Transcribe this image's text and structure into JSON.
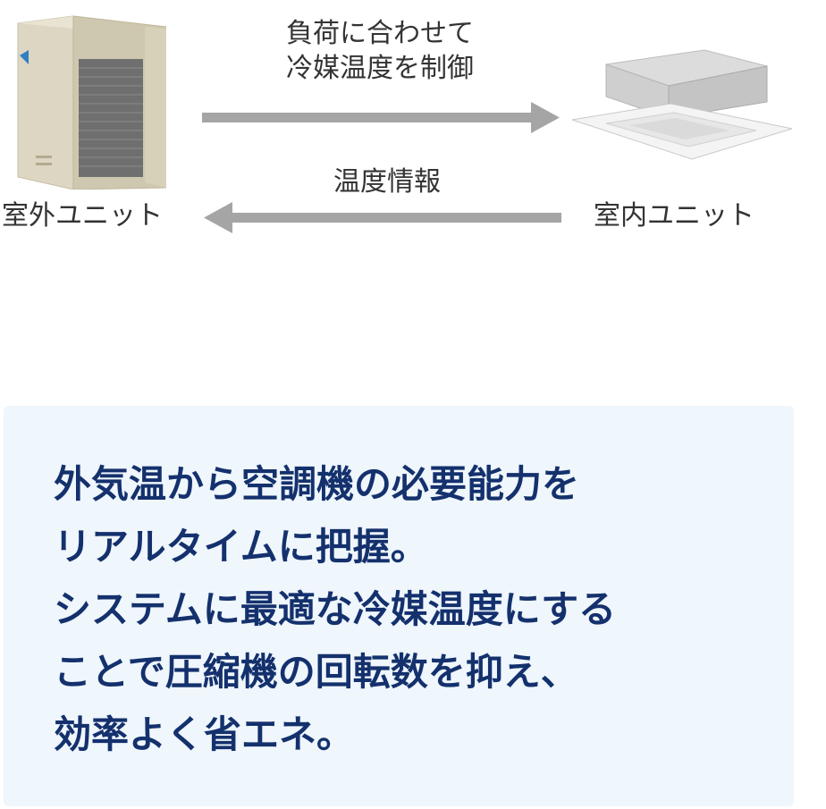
{
  "labels": {
    "outdoor_unit": "室外ユニット",
    "indoor_unit": "室内ユニット",
    "control_line1": "負荷に合わせて",
    "control_line2": "冷媒温度を制御",
    "temperature_info": "温度情報"
  },
  "info": {
    "lines": [
      "外気温から空調機の必要能力を",
      "リアルタイムに把握。",
      "システムに最適な冷媒温度にする",
      "ことで圧縮機の回転数を抑え、",
      "効率よく省エネ。"
    ]
  },
  "colors": {
    "arrow": "#a5a5a5",
    "info_background": "#eff6fc",
    "info_text": "#14316d",
    "label_text": "#333333"
  }
}
